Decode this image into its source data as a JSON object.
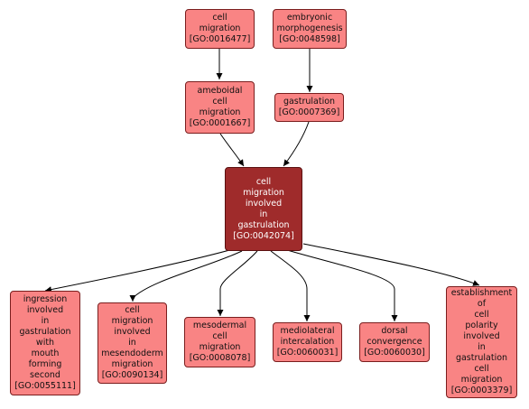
{
  "nodes": {
    "cell_migration": {
      "lines": [
        "cell",
        "migration",
        "[GO:0016477]"
      ]
    },
    "embryonic_morphogenesis": {
      "lines": [
        "embryonic",
        "morphogenesis",
        "[GO:0048598]"
      ]
    },
    "ameboidal": {
      "lines": [
        "ameboidal",
        "cell",
        "migration",
        "[GO:0001667]"
      ]
    },
    "gastrulation": {
      "lines": [
        "gastrulation",
        "[GO:0007369]"
      ]
    },
    "focus": {
      "lines": [
        "cell",
        "migration",
        "involved",
        "in",
        "gastrulation",
        "[GO:0042074]"
      ]
    },
    "ingression": {
      "lines": [
        "ingression",
        "involved",
        "in",
        "gastrulation",
        "with",
        "mouth",
        "forming",
        "second",
        "[GO:0055111]"
      ]
    },
    "mesendoderm": {
      "lines": [
        "cell",
        "migration",
        "involved",
        "in",
        "mesendoderm",
        "migration",
        "[GO:0090134]"
      ]
    },
    "mesodermal": {
      "lines": [
        "mesodermal",
        "cell",
        "migration",
        "[GO:0008078]"
      ]
    },
    "mediolateral": {
      "lines": [
        "mediolateral",
        "intercalation",
        "[GO:0060031]"
      ]
    },
    "dorsal": {
      "lines": [
        "dorsal",
        "convergence",
        "[GO:0060030]"
      ]
    },
    "polarity": {
      "lines": [
        "establishment",
        "of",
        "cell",
        "polarity",
        "involved",
        "in",
        "gastrulation",
        "cell",
        "migration",
        "[GO:0003379]"
      ]
    }
  },
  "colors": {
    "node_fill": "#f98484",
    "focus_fill": "#9f2b2b",
    "border": "#7a1e1e",
    "edge": "#000000"
  }
}
